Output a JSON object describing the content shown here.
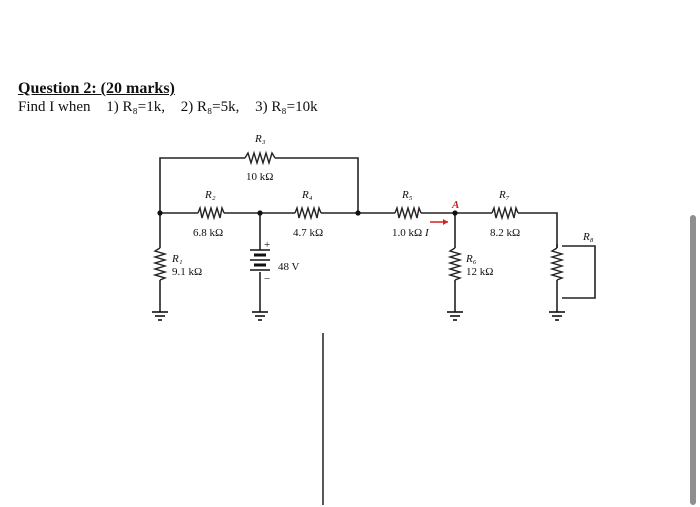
{
  "question": {
    "title": "Question 2: (20 marks)",
    "prompt": "Find I when",
    "cases": [
      "1) R₈=1k,",
      "2) R₈=5k,",
      "3) R₈=10k"
    ]
  },
  "circuit": {
    "r3": {
      "name": "R₃",
      "value": "10 kΩ"
    },
    "r2": {
      "name": "R₂",
      "value": "6.8 kΩ"
    },
    "r4": {
      "name": "R₄",
      "value": "4.7 kΩ"
    },
    "r5": {
      "name": "R₅",
      "value": "1.0 kΩ"
    },
    "r7": {
      "name": "R₇",
      "value": "8.2 kΩ"
    },
    "r1": {
      "name": "R₁",
      "value": "9.1 kΩ"
    },
    "r6": {
      "name": "R₆",
      "value": "12 kΩ"
    },
    "r8": {
      "name": "R₈"
    },
    "source": {
      "value": "48 V",
      "plus": "+",
      "minus": "−"
    },
    "node_a": "A",
    "current": "I"
  }
}
